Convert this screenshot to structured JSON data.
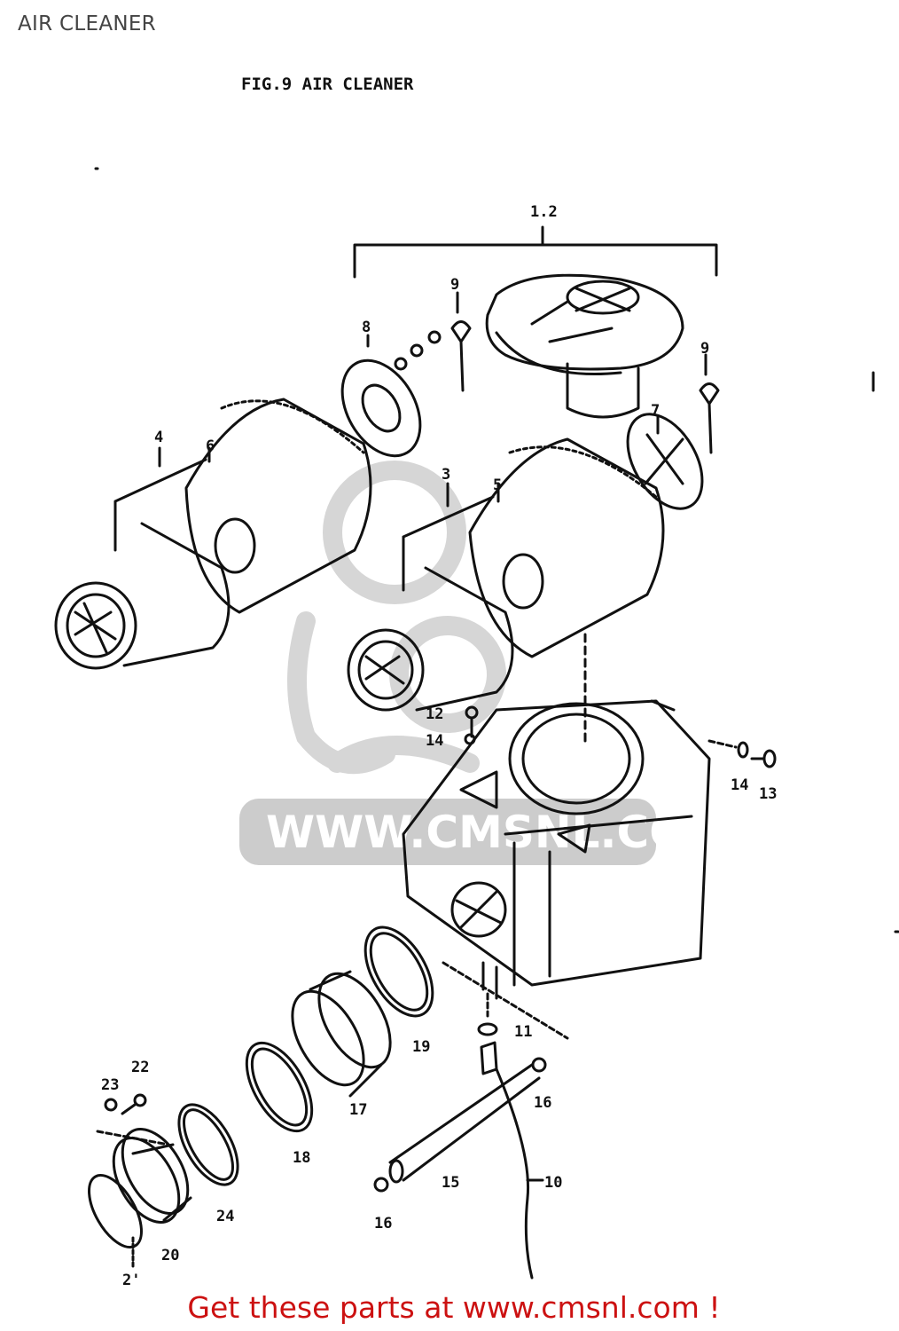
{
  "page": {
    "title": "AIR CLEANER",
    "figure_title": "FIG.9   AIR CLEANER",
    "footer_link": "Get these parts at www.cmsnl.com !"
  },
  "watermark": {
    "text": "WWW.CMSNL.COM",
    "color": "#cccccc"
  },
  "colors": {
    "line": "#111111",
    "footer": "#cc1111",
    "title": "#444444"
  },
  "callouts": [
    {
      "id": "1-2",
      "label": "1.2"
    },
    {
      "id": "9a",
      "label": "9"
    },
    {
      "id": "8",
      "label": "8"
    },
    {
      "id": "9b",
      "label": "9"
    },
    {
      "id": "7",
      "label": "7"
    },
    {
      "id": "4",
      "label": "4"
    },
    {
      "id": "6",
      "label": "6"
    },
    {
      "id": "3",
      "label": "3"
    },
    {
      "id": "5",
      "label": "5"
    },
    {
      "id": "12",
      "label": "12"
    },
    {
      "id": "14a",
      "label": "14"
    },
    {
      "id": "14b",
      "label": "14"
    },
    {
      "id": "13",
      "label": "13"
    },
    {
      "id": "11",
      "label": "11"
    },
    {
      "id": "19",
      "label": "19"
    },
    {
      "id": "16a",
      "label": "16"
    },
    {
      "id": "17",
      "label": "17"
    },
    {
      "id": "18",
      "label": "18"
    },
    {
      "id": "15",
      "label": "15"
    },
    {
      "id": "10",
      "label": "10"
    },
    {
      "id": "16b",
      "label": "16"
    },
    {
      "id": "23",
      "label": "23"
    },
    {
      "id": "22",
      "label": "22"
    },
    {
      "id": "24",
      "label": "24"
    },
    {
      "id": "20",
      "label": "20"
    },
    {
      "id": "21",
      "label": "2'"
    }
  ]
}
